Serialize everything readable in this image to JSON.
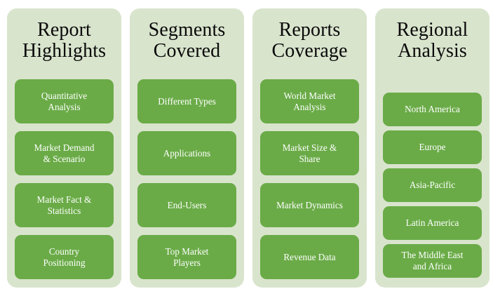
{
  "theme": {
    "page_background": "#ffffff",
    "panel_background": "#d9e4cd",
    "card_background": "#6aab47",
    "card_text_color": "#ffffff",
    "title_text_color": "#0a0a0a"
  },
  "columns": [
    {
      "title": "Report\nHighlights",
      "items": [
        "Quantitative\nAnalysis",
        "Market Demand\n& Scenario",
        "Market Fact &\nStatistics",
        "Country\nPositioning"
      ]
    },
    {
      "title": "Segments\nCovered",
      "items": [
        "Different Types",
        "Applications",
        "End-Users",
        "Top Market\nPlayers"
      ]
    },
    {
      "title": "Reports\nCoverage",
      "items": [
        "World Market\nAnalysis",
        "Market Size &\nShare",
        "Market Dynamics",
        "Revenue Data"
      ]
    },
    {
      "title": "Regional\nAnalysis",
      "items": [
        "North America",
        "Europe",
        "Asia-Pacific",
        "Latin America",
        "The Middle East\nand Africa"
      ]
    }
  ]
}
